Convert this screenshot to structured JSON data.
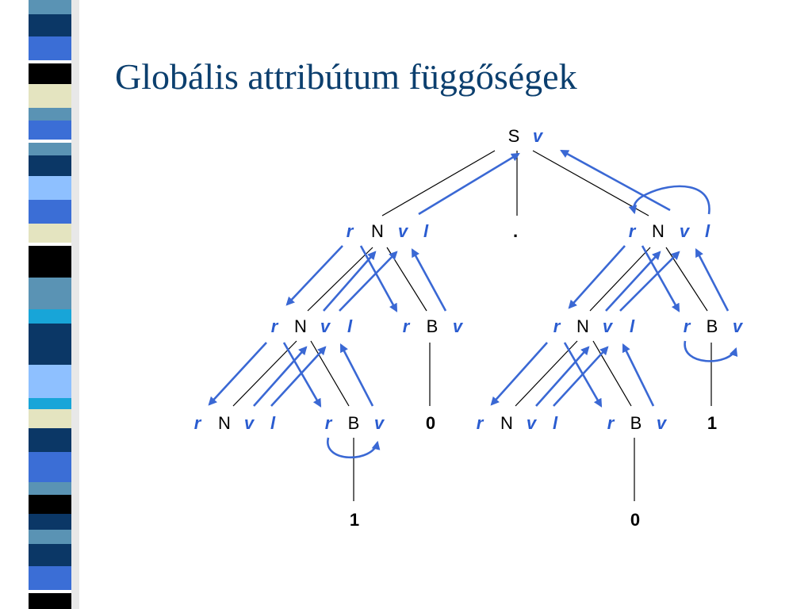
{
  "title": "Globális attribútum függőségek",
  "colors": {
    "title": "#0c3f6e",
    "attribute": "#2a5cd0",
    "dependency_arrow": "#3a68d4",
    "stripes": [
      "#ffffff",
      "#5a93b4",
      "#0b3766",
      "#3b6ed6",
      "#000000",
      "#e4e4c0",
      "#8ec0ff",
      "#18a5d8"
    ]
  },
  "tree": {
    "root": {
      "symbol": "S",
      "attrs": [
        "v"
      ]
    },
    "L1_left": {
      "attr_r": "r",
      "symbol": "N",
      "attr_v": "v",
      "attr_l": "l"
    },
    "L1_dot": {
      "symbol": "."
    },
    "L1_right": {
      "attr_r": "r",
      "symbol": "N",
      "attr_v": "v",
      "attr_l": "l"
    },
    "L2_a": {
      "attr_r": "r",
      "symbol": "N",
      "attr_v": "v",
      "attr_l": "l"
    },
    "L2_b": {
      "attr_r": "r",
      "symbol": "B",
      "attr_v": "v"
    },
    "L2_c": {
      "attr_r": "r",
      "symbol": "N",
      "attr_v": "v",
      "attr_l": "l"
    },
    "L2_d": {
      "attr_r": "r",
      "symbol": "B",
      "attr_v": "v"
    },
    "L3_a": {
      "attr_r": "r",
      "symbol": "N",
      "attr_v": "v",
      "attr_l": "l"
    },
    "L3_b": {
      "attr_r": "r",
      "symbol": "B",
      "attr_v": "v"
    },
    "L3_c": {
      "leaf": "0"
    },
    "L3_d": {
      "attr_r": "r",
      "symbol": "N",
      "attr_v": "v",
      "attr_l": "l"
    },
    "L3_e": {
      "attr_r": "r",
      "symbol": "B",
      "attr_v": "v"
    },
    "L3_f": {
      "leaf": "1"
    },
    "L4_a": {
      "leaf": "1"
    },
    "L4_b": {
      "leaf": "0"
    }
  }
}
